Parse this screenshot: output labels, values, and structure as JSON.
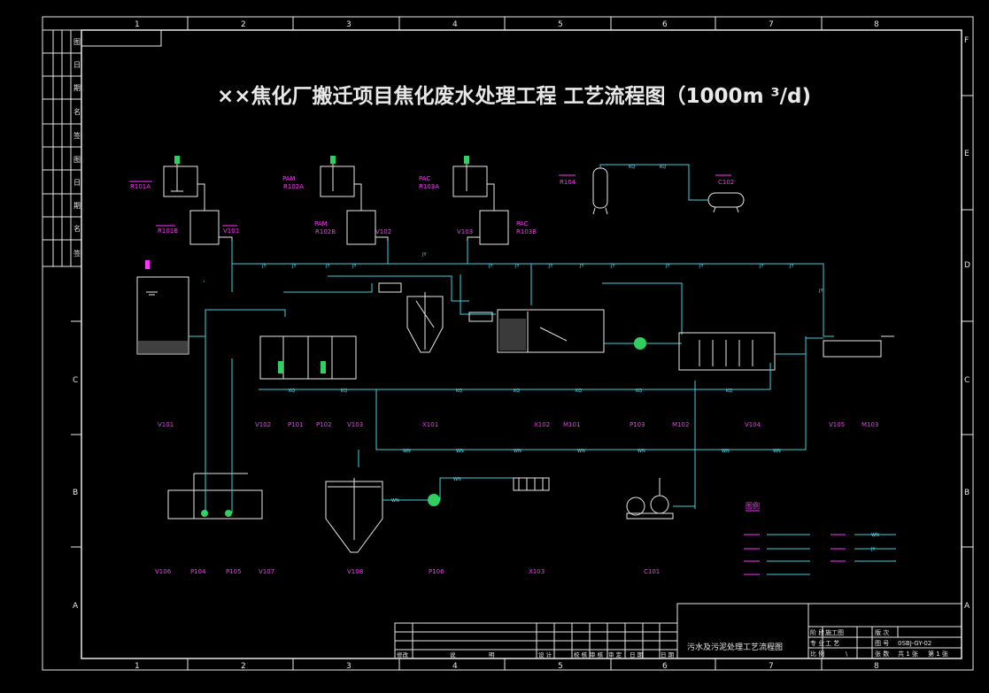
{
  "title": "××焦化厂搬迁项目焦化废水处理工程 工艺流程图（1000m ³/d)",
  "grid": {
    "top_numbers": [
      "1",
      "2",
      "3",
      "4",
      "5",
      "6",
      "7",
      "8"
    ],
    "bottom_numbers": [
      "1",
      "2",
      "3",
      "4",
      "5",
      "6",
      "7",
      "8"
    ],
    "right_letters": [
      "F",
      "E",
      "D",
      "C",
      "B",
      "A"
    ],
    "left_letters": [
      "C",
      "B",
      "A"
    ]
  },
  "left_strip": [
    "图",
    "日",
    "期",
    "名",
    "签",
    "图",
    "日",
    "期",
    "名",
    "签"
  ],
  "equipment": {
    "top_tags": [
      "R101A",
      "R101B",
      "V101",
      "PAM",
      "R102A",
      "PAM",
      "R102B",
      "V102",
      "PAC",
      "R103A",
      "V103",
      "PAC",
      "R103B",
      "R104",
      "C102"
    ],
    "row_tags": [
      "V101",
      "V102",
      "P101",
      "P102",
      "V103",
      "X101",
      "X102",
      "M101",
      "P103",
      "M102",
      "V104",
      "V105",
      "M103"
    ],
    "bottom_tags": [
      "V106",
      "P104",
      "P105",
      "V107",
      "V108",
      "P106",
      "X103",
      "C101"
    ]
  },
  "line_codes": {
    "jy": "JY",
    "kq": "KQ",
    "wn": "WN",
    "ww": "WW"
  },
  "legend": {
    "title": "图例"
  },
  "title_block": {
    "drawing_name": "污水及污泥处理工艺流程图",
    "stage_label": "阶 段",
    "stage_value": "施工图",
    "edition_label": "版 次",
    "discipline_label": "专 业",
    "discipline_value": "工 艺",
    "drawing_no_label": "图 号",
    "drawing_no_value": "0SBJ-GY-02",
    "scale_label": "比 例",
    "scale_value": "\\",
    "sheets": "共 1 张",
    "sheet_no": "第 1 张",
    "sheet_count_label": "张 数",
    "rev_headers": [
      "修改",
      "说",
      "明",
      "设 计",
      "校 核",
      "审 核",
      "审 定",
      "日 期",
      "日 期"
    ]
  }
}
